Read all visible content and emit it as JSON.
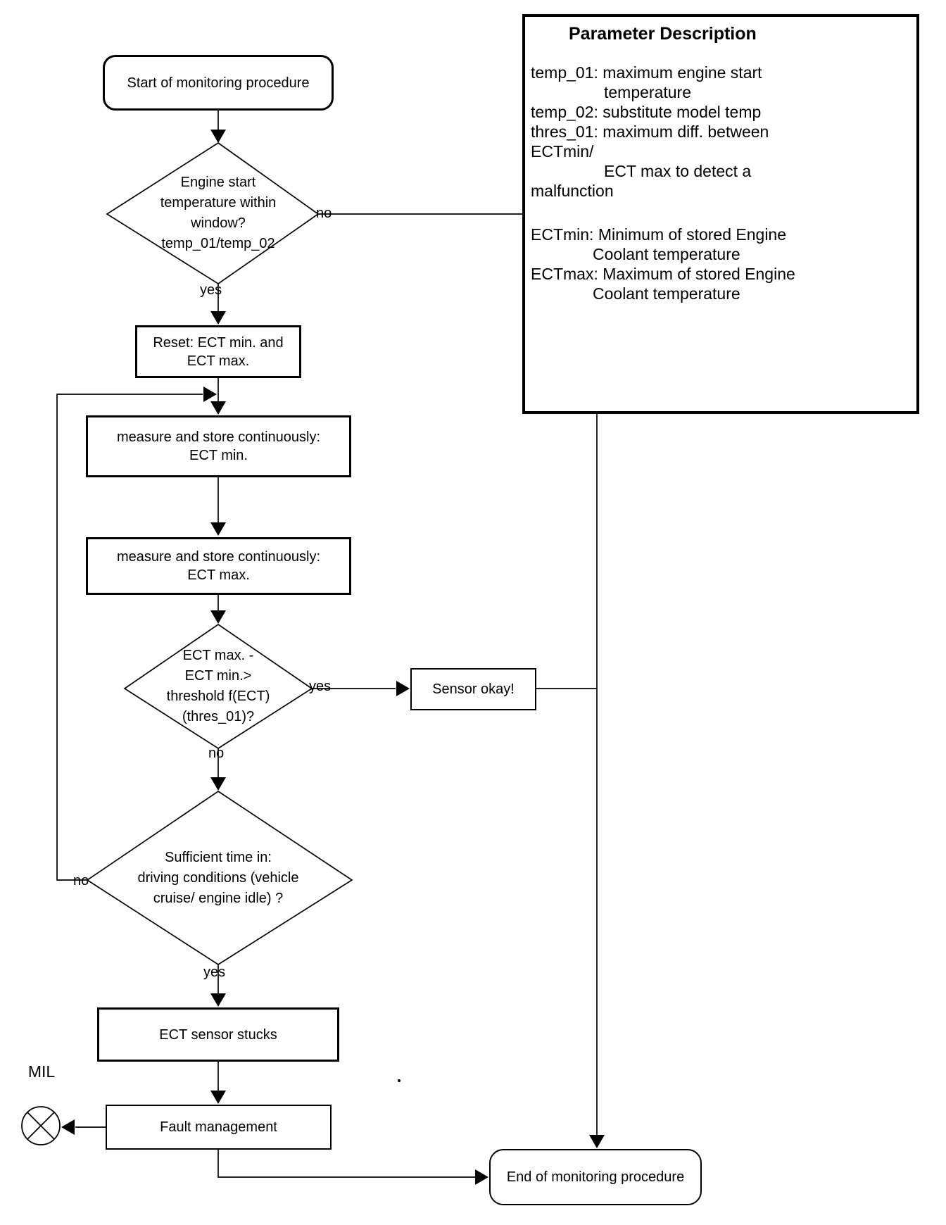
{
  "flowchart": {
    "start": "Start of monitoring procedure",
    "decision_engine_window": [
      "Engine start",
      "temperature within",
      "window?",
      "temp_01/temp_02"
    ],
    "reset": [
      "Reset: ECT min. and",
      "ECT max."
    ],
    "measure_min": [
      "measure and store continuously:",
      "ECT min."
    ],
    "measure_max": [
      "measure and store continuously:",
      "ECT max."
    ],
    "decision_threshold": [
      "ECT max. -",
      "ECT min.>",
      "threshold f(ECT)",
      "(thres_01)?"
    ],
    "sensor_okay": "Sensor okay!",
    "decision_sufficient_time": [
      "Sufficient time in:",
      "driving conditions (vehicle",
      "cruise/ engine idle) ?"
    ],
    "sensor_stucks": "ECT sensor stucks",
    "fault_management": "Fault management",
    "mil": "MIL",
    "end": "End of monitoring procedure",
    "labels": {
      "engine_window_no": "no",
      "engine_window_yes": "yes",
      "threshold_yes": "yes",
      "threshold_no": "no",
      "sufficient_no": "no",
      "sufficient_yes": "yes"
    }
  },
  "parameter_panel": {
    "title": "Parameter Description",
    "lines": [
      "temp_01: maximum engine start",
      "temperature",
      "temp_02: substitute model temp",
      "thres_01: maximum diff. between",
      "ECTmin/",
      "ECT max to detect a",
      "malfunction",
      "ECTmin: Minimum of stored Engine",
      "Coolant temperature",
      "ECTmax: Maximum of stored Engine",
      "Coolant temperature"
    ]
  },
  "colors": {
    "ink": "#000000",
    "background": "#ffffff"
  }
}
